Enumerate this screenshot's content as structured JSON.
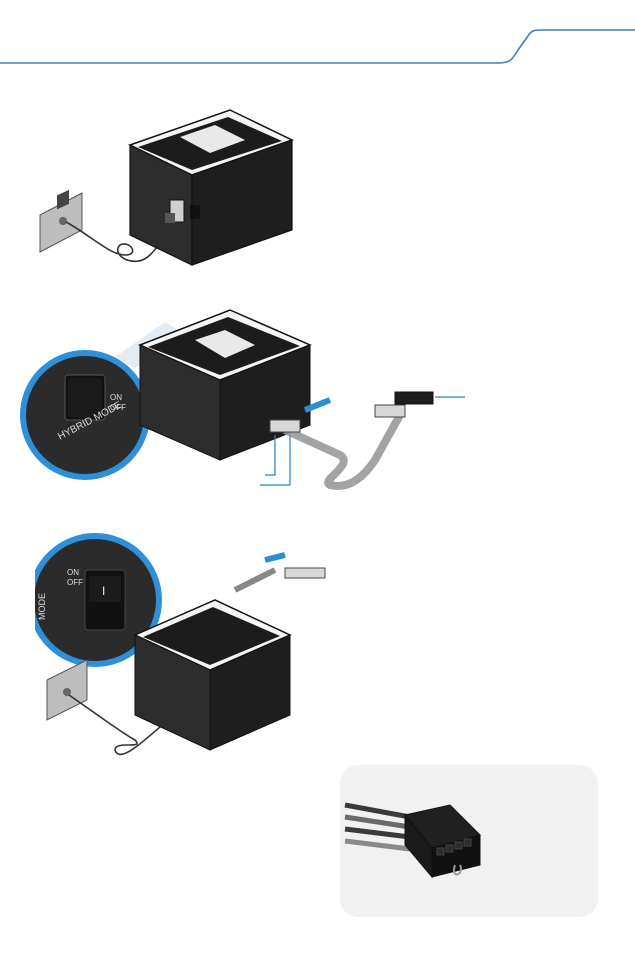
{
  "document": {
    "header_tab": {
      "color": "#3c7fc2"
    },
    "figures": [
      {
        "id": "connect-ac-power",
        "icon": "psu-with-ac-cord"
      },
      {
        "id": "hybrid-mode-switch-and-cable",
        "icon": "psu-hybrid-switch-modular-cable",
        "switch_text": "HYBRID MODE",
        "switch_on": "ON",
        "switch_off": "OFF"
      },
      {
        "id": "power-switch-on",
        "icon": "psu-power-switch",
        "switch_text": "MODE",
        "switch_on": "ON",
        "switch_off": "OFF",
        "switch_mark": "I"
      }
    ],
    "callout": {
      "icon": "24-pin-atx-connector",
      "background": "#f1f1f1"
    }
  },
  "colors": {
    "accent": "#1a86c8",
    "arrow": "#2a8fd6",
    "outline": "#1d1d1d",
    "psu_body": "#2a2a2a"
  }
}
